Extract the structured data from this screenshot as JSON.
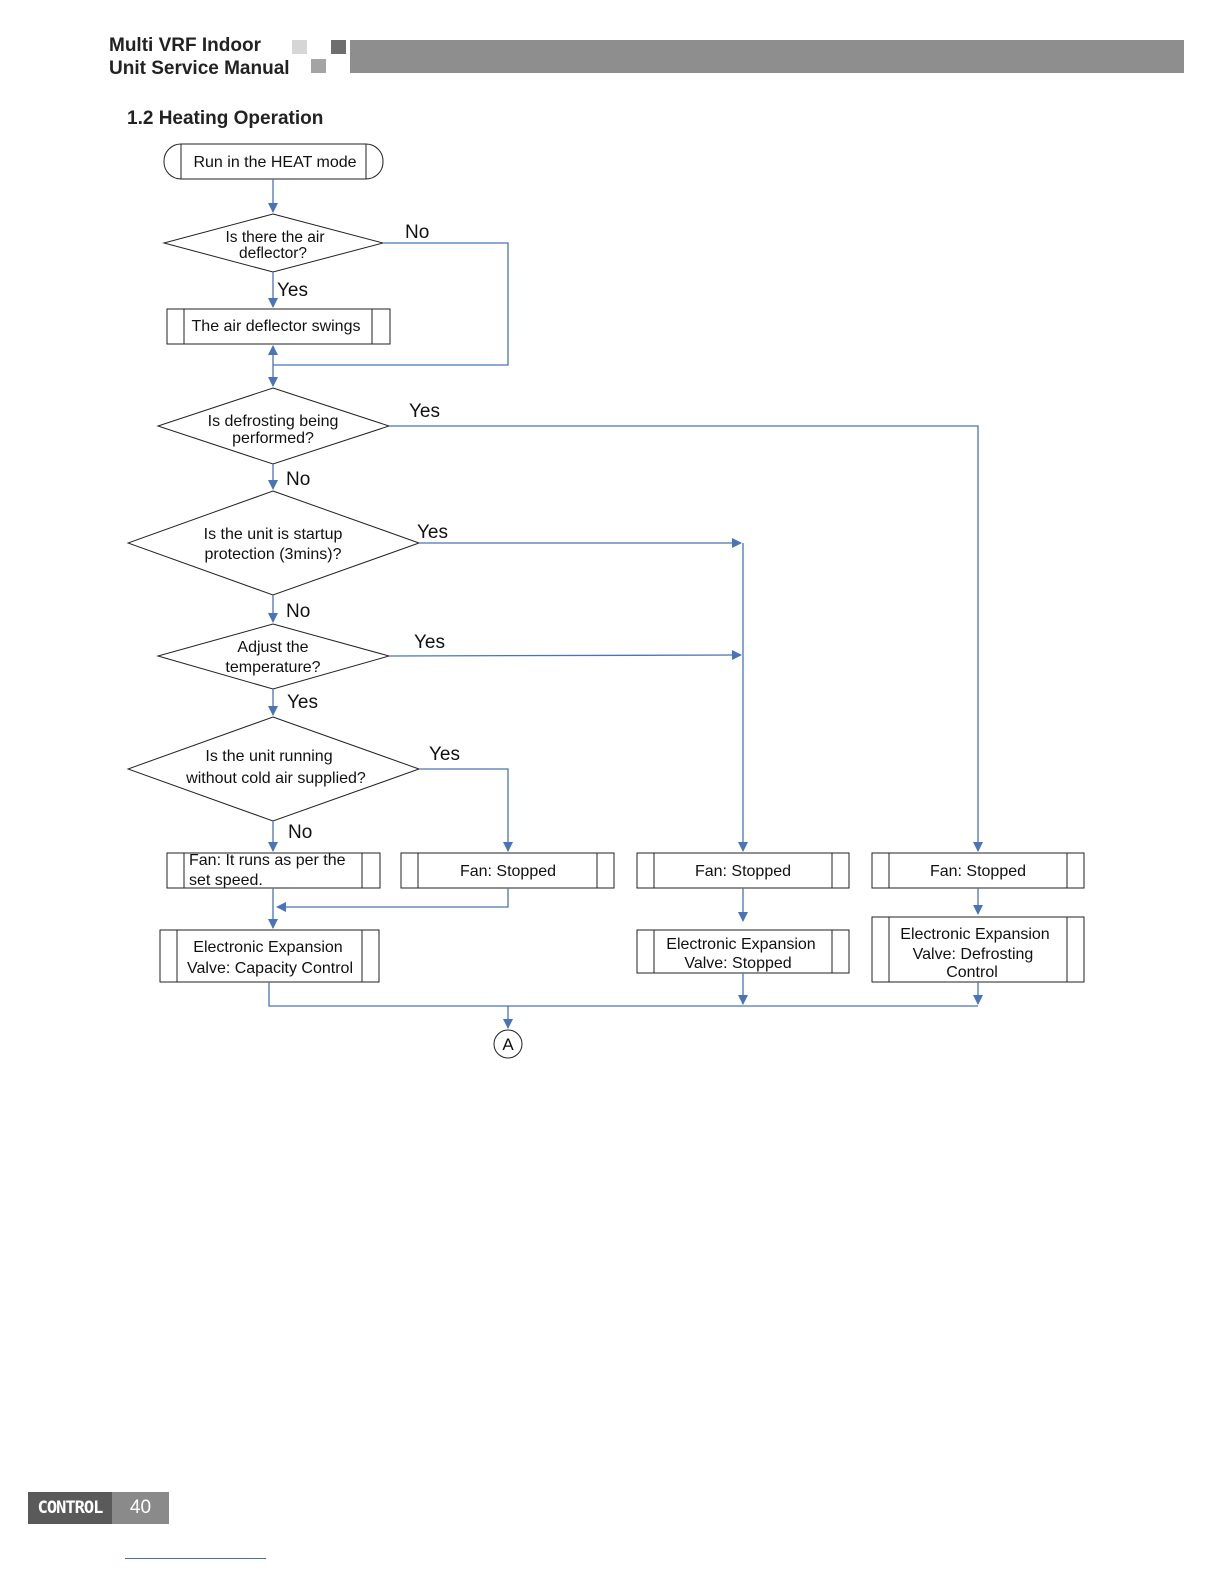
{
  "header": {
    "title_line1": "Multi VRF Indoor",
    "title_line2": "Unit Service Manual"
  },
  "section_title": "1.2 Heating Operation",
  "flow": {
    "start": "Run in the HEAT mode",
    "q_deflector": [
      "Is there the air",
      "deflector?"
    ],
    "deflector_swings": "The air deflector swings",
    "q_defrost": [
      "Is defrosting being",
      "performed?"
    ],
    "q_startup": [
      "Is the unit is startup",
      "protection (3mins)?"
    ],
    "q_adjust": [
      "Adjust the",
      "temperature?"
    ],
    "q_cold_air": [
      "Is the unit running",
      "without cold air supplied?"
    ],
    "fan_set_speed": [
      "Fan: It runs as per the",
      "set speed."
    ],
    "fan_stopped_1": "Fan: Stopped",
    "fan_stopped_2": "Fan: Stopped",
    "fan_stopped_3": "Fan: Stopped",
    "eev_capacity": [
      "Electronic Expansion",
      "Valve: Capacity Control"
    ],
    "eev_stopped": [
      "Electronic Expansion",
      "Valve: Stopped"
    ],
    "eev_defrost": [
      "Electronic Expansion",
      "Valve: Defrosting",
      "Control"
    ],
    "connector": "A",
    "labels": {
      "deflector_no": "No",
      "deflector_yes": "Yes",
      "defrost_yes": "Yes",
      "defrost_no": "No",
      "startup_yes": "Yes",
      "startup_no": "No",
      "adjust_yes_right": "Yes",
      "adjust_yes_down": "Yes",
      "cold_yes": "Yes",
      "cold_no": "No"
    }
  },
  "footer": {
    "section": "CONTROL",
    "page": "40"
  },
  "colors": {
    "connector_line": "#4a74b8",
    "header_bar": "#8e8e8e"
  }
}
